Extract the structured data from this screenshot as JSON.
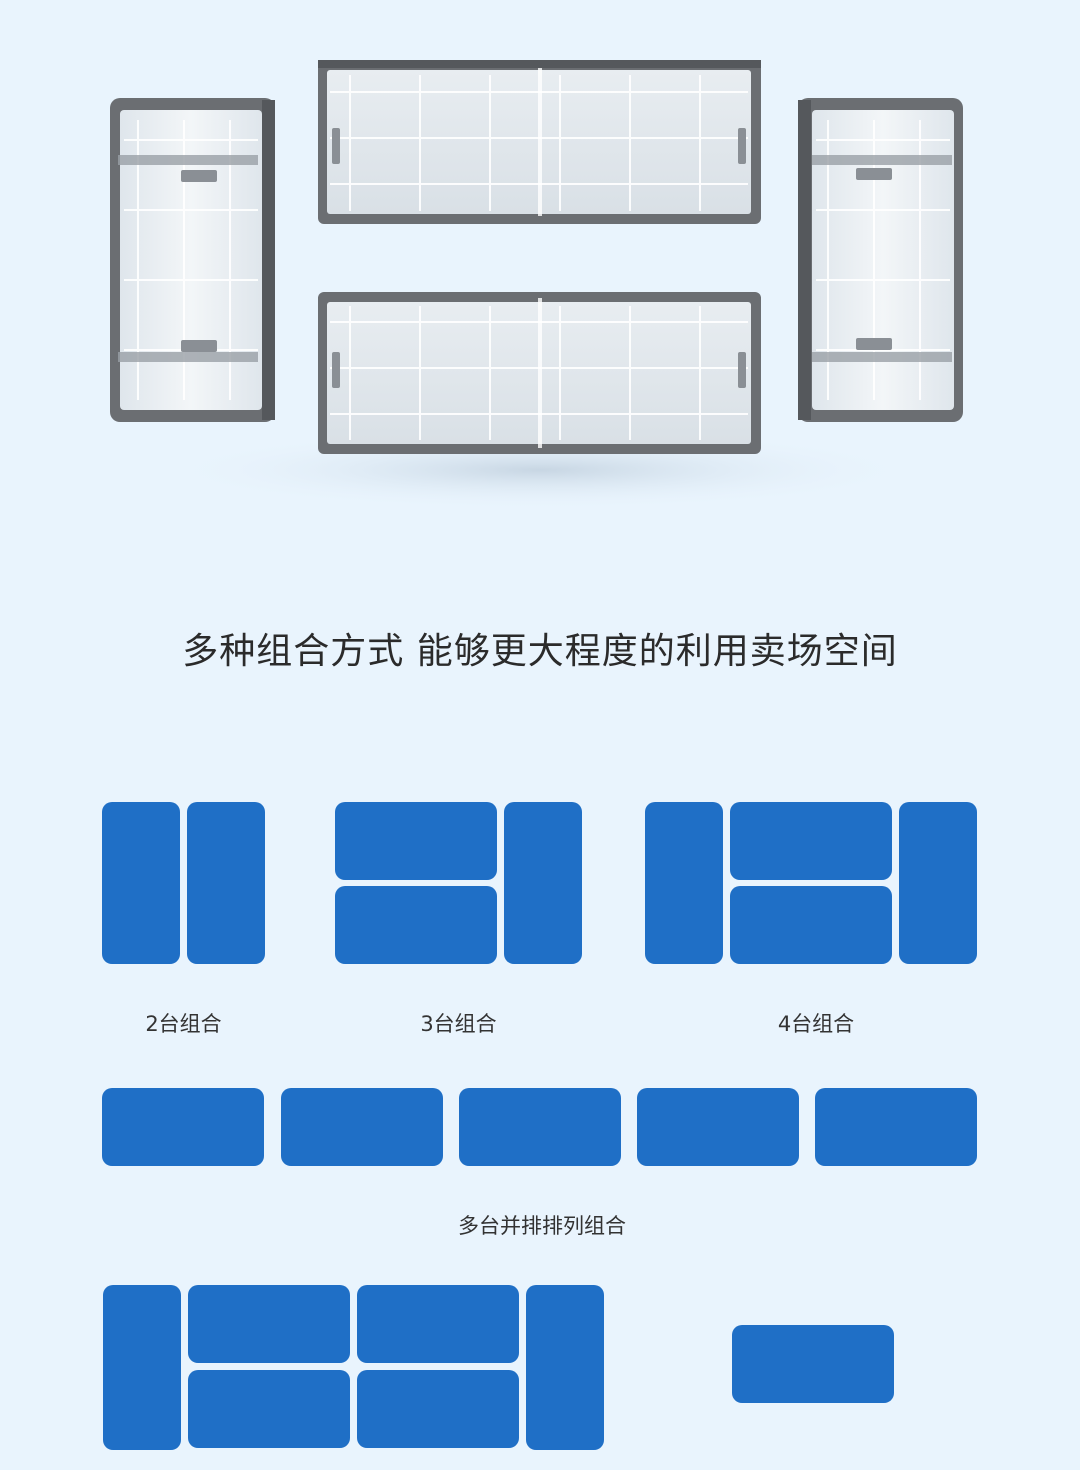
{
  "headline": "多种组合方式 能够更大程度的利用卖场空间",
  "captions": {
    "two": "2台组合",
    "three": "3台组合",
    "four": "4台组合",
    "row": "多台并排排列组合"
  },
  "colors": {
    "background": "#e9f4fd",
    "block": "#1f6fc6",
    "freezer_frame": "#6b6e72"
  }
}
